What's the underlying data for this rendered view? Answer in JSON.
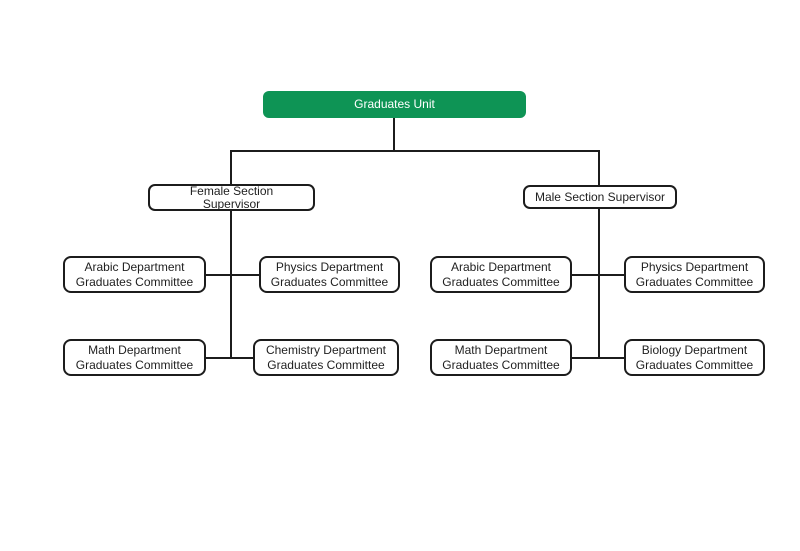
{
  "org": {
    "root": "Graduates Unit",
    "branches": [
      {
        "supervisor": "Female Section Supervisor",
        "committees": [
          "Arabic Department Graduates Committee",
          "Physics Department Graduates Committee",
          "Math Department Graduates Committee",
          "Chemistry Department Graduates Committee"
        ]
      },
      {
        "supervisor": "Male Section Supervisor",
        "committees": [
          "Arabic Department Graduates Committee",
          "Physics Department Graduates Committee",
          "Math Department Graduates Committee",
          "Biology Department Graduates Committee"
        ]
      }
    ]
  },
  "colors": {
    "root_box_bg": "#0E9455",
    "root_box_text": "#FFFFFF",
    "node_bg": "#FFFFFF",
    "node_border": "#1C1C1C",
    "connector": "#1C1C1C",
    "canvas_bg": "#FFFFFF"
  }
}
